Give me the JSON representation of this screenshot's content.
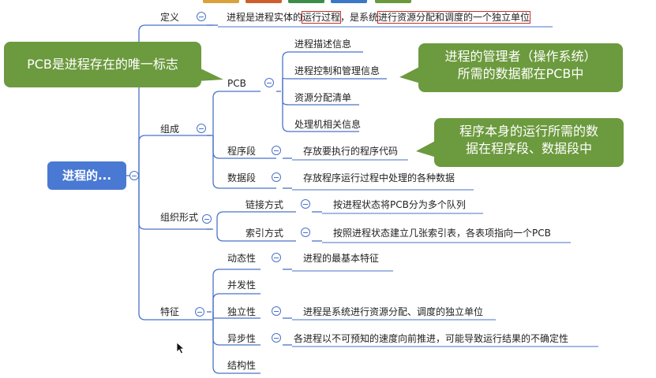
{
  "root": {
    "label": "进程的..."
  },
  "definition": {
    "label": "定义",
    "text_prefix": "进程是进程实体的",
    "text_hl1": "运行过程",
    "text_mid": "，是系统",
    "text_hl2": "进行资源分配和调度的一个独立单位"
  },
  "composition": {
    "label": "组成",
    "pcb": {
      "label": "PCB",
      "items": [
        "进程描述信息",
        "进程控制和管理信息",
        "资源分配清单",
        "处理机相关信息"
      ]
    },
    "program": {
      "label": "程序段",
      "text": "存放要执行的程序代码"
    },
    "data": {
      "label": "数据段",
      "text": "存放程序运行过程中处理的各种数据"
    }
  },
  "organization": {
    "label": "组织形式",
    "items": [
      {
        "label": "链接方式",
        "text": "按进程状态将PCB分为多个队列"
      },
      {
        "label": "索引方式",
        "text": "按照进程状态建立几张索引表，各表项指向一个PCB"
      }
    ]
  },
  "features": {
    "label": "特征",
    "items": [
      {
        "label": "动态性",
        "text": "进程的最基本特征"
      },
      {
        "label": "并发性",
        "text": ""
      },
      {
        "label": "独立性",
        "text": "进程是系统进行资源分配、调度的独立单位"
      },
      {
        "label": "异步性",
        "text": "各进程以不可预知的速度向前推进，可能导致运行结果的不确定性"
      },
      {
        "label": "结构性",
        "text": ""
      }
    ]
  },
  "callouts": {
    "pcb_flag": "PCB是进程存在的唯一标志",
    "manager_line1": "进程的管理者（操作系统）",
    "manager_line2": "所需的数据都在PCB中",
    "program_line1": "程序本身的运行所需的数",
    "program_line2": "据在程序段、数据段中"
  },
  "colors": {
    "root": "#4a79d4",
    "callout": "#6c9a3e",
    "line": "#4a72c9",
    "highlight": "#c8302b"
  },
  "top_tabs_colors": [
    "#d9a23a",
    "#cf5d2e",
    "#3d8d4a",
    "#3a78c7",
    "#6a9a3c"
  ]
}
